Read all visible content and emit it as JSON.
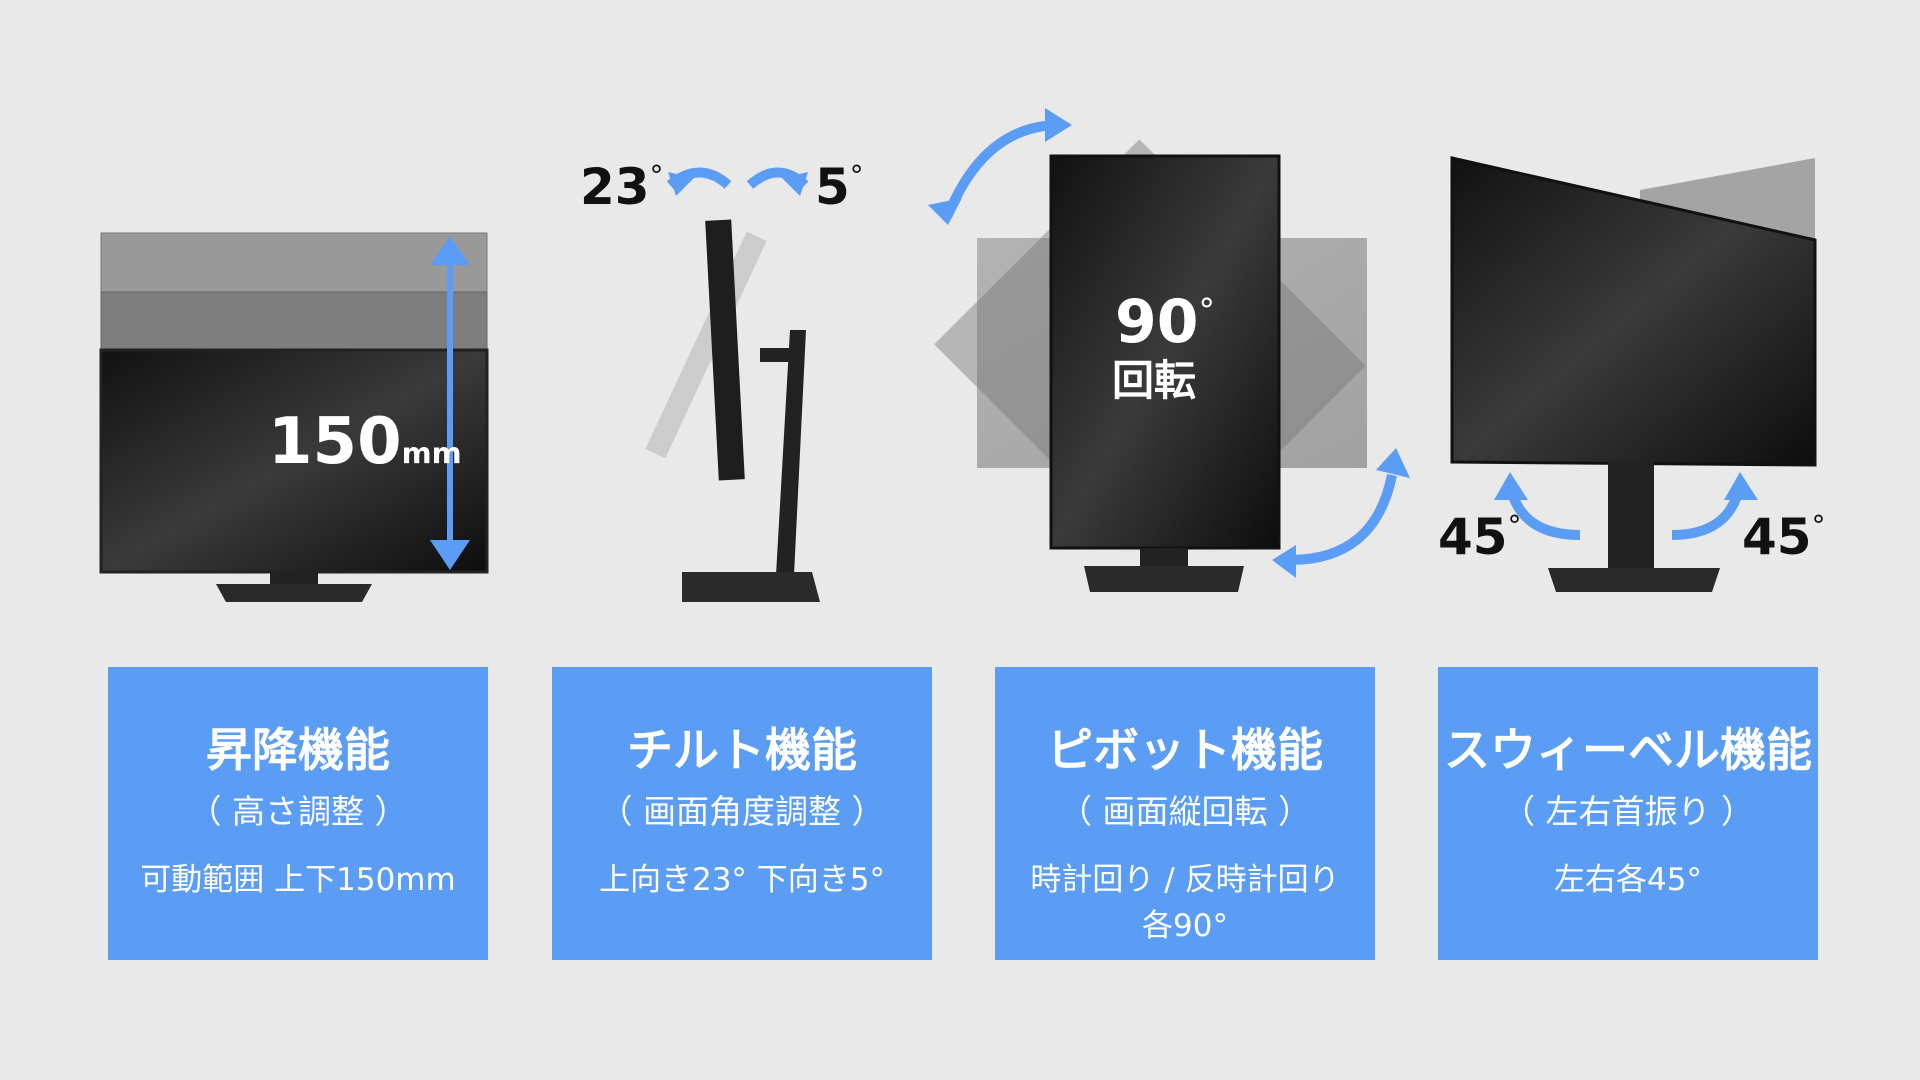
{
  "callouts": {
    "height_value": "150",
    "height_unit": "mm",
    "tilt_up": "23",
    "tilt_down": "5",
    "pivot_angle": "90",
    "pivot_label": "回転",
    "swivel_left": "45",
    "swivel_right": "45",
    "degree_mark": "°"
  },
  "cards": [
    {
      "title": "昇降機能",
      "subtitle": "（ 高さ調整 ）",
      "detail": "可動範囲  上下150mm"
    },
    {
      "title": "チルト機能",
      "subtitle": "（ 画面角度調整 ）",
      "detail": "上向き23° 下向き5°"
    },
    {
      "title": "ピボット機能",
      "subtitle": "（ 画面縦回転 ）",
      "detail": "時計回り / 反時計回り 各90°"
    },
    {
      "title": "スウィーベル機能",
      "subtitle": "（ 左右首振り ）",
      "detail": "左右各45°"
    }
  ],
  "colors": {
    "background": "#e9e9e9",
    "card": "#5b9cf5",
    "arrow": "#5b9cf5",
    "monitor": "#1a1a1a"
  }
}
